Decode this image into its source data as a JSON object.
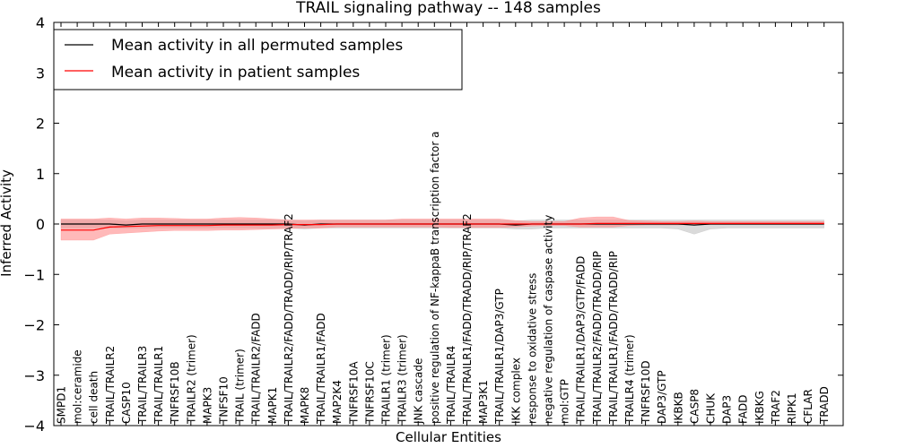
{
  "chart_data": {
    "type": "line",
    "title": "TRAIL signaling pathway -- 148 samples",
    "xlabel": "Cellular Entities",
    "ylabel": "Inferred Activity",
    "ylim": [
      -4,
      4
    ],
    "yticks": [
      -4,
      -3,
      -2,
      -1,
      0,
      1,
      2,
      3,
      4
    ],
    "ytick_labels": [
      "−4",
      "−3",
      "−2",
      "−1",
      "0",
      "1",
      "2",
      "3",
      "4"
    ],
    "legend_position": "top-left",
    "grid": false,
    "categories": [
      "SMPD1",
      "mol:ceramide",
      "cell death",
      "TRAIL/TRAILR2",
      "CASP10",
      "TRAIL/TRAILR3",
      "TRAIL/TRAILR1",
      "TNFRSF10B",
      "TRAILR2 (trimer)",
      "MAPK3",
      "TNFSF10",
      "TRAIL (trimer)",
      "TRAIL/TRAILR2/FADD",
      "MAPK1",
      "TRAIL/TRAILR2/FADD/TRADD/RIP/TRAF2",
      "MAPK8",
      "TRAIL/TRAILR1/FADD",
      "MAP2K4",
      "TNFRSF10A",
      "TNFRSF10C",
      "TRAILR1 (trimer)",
      "TRAILR3 (trimer)",
      "JNK cascade",
      "positive regulation of NF-kappaB transcription factor a",
      "TRAIL/TRAILR4",
      "TRAIL/TRAILR1/FADD/TRADD/RIP/TRAF2",
      "MAP3K1",
      "TRAIL/TRAILR1/DAP3/GTP",
      "IKK complex",
      "response to oxidative stress",
      "negative regulation of caspase activity",
      "mol:GTP",
      "TRAIL/TRAILR1/DAP3/GTP/FADD",
      "TRAIL/TRAILR2/FADD/TRADD/RIP",
      "TRAIL/TRAILR1/FADD/TRADD/RIP",
      "TRAILR4 (trimer)",
      "TNFRSF10D",
      "DAP3/GTP",
      "IKBKB",
      "CASP8",
      "CHUK",
      "DAP3",
      "FADD",
      "IKBKG",
      "TRAF2",
      "RIPK1",
      "CFLAR",
      "TRADD"
    ],
    "series": [
      {
        "name": "Mean activity in all permuted samples",
        "color": "#000000",
        "band_color": "#bbbbbb",
        "values": [
          0.0,
          0.0,
          0.0,
          0.0,
          -0.02,
          0.0,
          0.0,
          0.0,
          0.0,
          0.0,
          0.0,
          0.0,
          0.0,
          0.0,
          0.0,
          -0.02,
          0.0,
          0.0,
          0.0,
          0.0,
          0.0,
          0.0,
          0.0,
          0.0,
          0.0,
          0.0,
          0.0,
          0.0,
          -0.02,
          0.0,
          0.0,
          0.0,
          0.0,
          0.0,
          0.0,
          0.0,
          0.0,
          0.0,
          0.0,
          -0.02,
          0.0,
          0.0,
          0.0,
          0.0,
          0.0,
          0.0,
          0.0,
          0.0
        ],
        "lower": [
          -0.08,
          -0.08,
          -0.08,
          -0.08,
          -0.08,
          -0.08,
          -0.08,
          -0.08,
          -0.08,
          -0.08,
          -0.08,
          -0.08,
          -0.08,
          -0.08,
          -0.08,
          -0.1,
          -0.08,
          -0.08,
          -0.08,
          -0.08,
          -0.08,
          -0.08,
          -0.08,
          -0.08,
          -0.08,
          -0.08,
          -0.08,
          -0.08,
          -0.1,
          -0.1,
          -0.08,
          -0.08,
          -0.08,
          -0.08,
          -0.08,
          -0.08,
          -0.08,
          -0.08,
          -0.1,
          -0.2,
          -0.1,
          -0.08,
          -0.08,
          -0.08,
          -0.08,
          -0.08,
          -0.08,
          -0.08
        ],
        "upper": [
          0.08,
          0.08,
          0.08,
          0.08,
          0.06,
          0.08,
          0.08,
          0.08,
          0.08,
          0.08,
          0.08,
          0.08,
          0.08,
          0.08,
          0.08,
          0.06,
          0.08,
          0.08,
          0.08,
          0.08,
          0.08,
          0.08,
          0.08,
          0.08,
          0.08,
          0.08,
          0.08,
          0.08,
          0.06,
          0.08,
          0.08,
          0.08,
          0.08,
          0.08,
          0.08,
          0.08,
          0.08,
          0.08,
          0.08,
          0.08,
          0.08,
          0.08,
          0.08,
          0.08,
          0.08,
          0.08,
          0.08,
          0.08
        ]
      },
      {
        "name": "Mean activity in patient samples",
        "color": "#ff0000",
        "band_color": "#ff8a8a",
        "values": [
          -0.12,
          -0.12,
          -0.12,
          -0.06,
          -0.05,
          -0.04,
          -0.03,
          -0.03,
          -0.03,
          -0.03,
          -0.02,
          -0.02,
          -0.02,
          -0.02,
          -0.01,
          -0.01,
          -0.01,
          0.0,
          0.0,
          0.0,
          0.0,
          0.0,
          0.0,
          0.0,
          0.0,
          0.0,
          0.0,
          0.0,
          0.0,
          0.0,
          0.0,
          0.0,
          0.0,
          0.01,
          0.01,
          0.01,
          0.01,
          0.01,
          0.01,
          0.01,
          0.01,
          0.01,
          0.01,
          0.01,
          0.01,
          0.01,
          0.01,
          0.01
        ],
        "lower": [
          -0.32,
          -0.32,
          -0.32,
          -0.2,
          -0.18,
          -0.16,
          -0.14,
          -0.13,
          -0.13,
          -0.13,
          -0.12,
          -0.12,
          -0.11,
          -0.1,
          -0.09,
          -0.08,
          -0.08,
          -0.06,
          -0.06,
          -0.06,
          -0.06,
          -0.06,
          -0.06,
          -0.06,
          -0.07,
          -0.07,
          -0.07,
          -0.07,
          -0.06,
          -0.04,
          -0.03,
          -0.03,
          -0.06,
          -0.06,
          -0.06,
          -0.03,
          -0.02,
          -0.02,
          -0.02,
          -0.01,
          -0.01,
          -0.01,
          -0.01,
          -0.01,
          -0.01,
          -0.01,
          -0.01,
          -0.01
        ],
        "upper": [
          0.1,
          0.1,
          0.1,
          0.12,
          0.1,
          0.12,
          0.12,
          0.11,
          0.1,
          0.1,
          0.12,
          0.13,
          0.12,
          0.1,
          0.08,
          0.08,
          0.08,
          0.08,
          0.08,
          0.08,
          0.08,
          0.1,
          0.1,
          0.1,
          0.1,
          0.1,
          0.1,
          0.1,
          0.07,
          0.05,
          0.05,
          0.05,
          0.12,
          0.14,
          0.14,
          0.07,
          0.06,
          0.05,
          0.05,
          0.06,
          0.05,
          0.05,
          0.05,
          0.05,
          0.05,
          0.05,
          0.05,
          0.05
        ]
      }
    ]
  }
}
